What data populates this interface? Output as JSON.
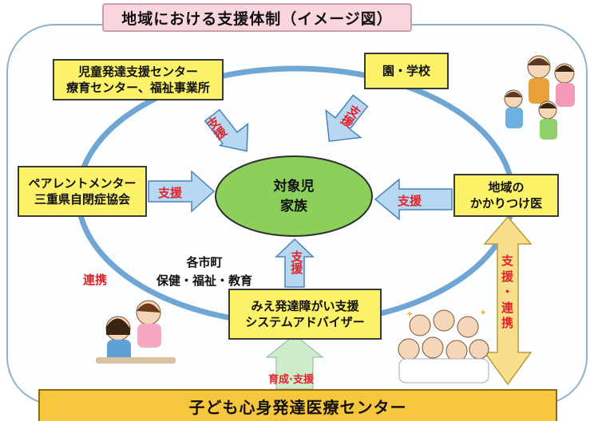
{
  "title": "地域における支援体制（イメージ図）",
  "center": {
    "line1": "対象児",
    "line2": "家族"
  },
  "boxes": {
    "child_dev": {
      "line1": "児童発達支援センター",
      "line2": "療育センター、福祉事業所"
    },
    "school": {
      "label": "園・学校"
    },
    "parent_mentor": {
      "line1": "ペアレントメンター",
      "line2": "三重県自閉症協会"
    },
    "local_doctor": {
      "line1": "地域の",
      "line2": "かかりつけ医"
    },
    "advisor": {
      "line1": "みえ発達障がい支援",
      "line2": "システムアドバイザー"
    }
  },
  "municipalities": {
    "line1": "各市町",
    "line2": "保健・福祉・教育"
  },
  "arrow_labels": {
    "support": "支援",
    "cooperation": "連携",
    "support_cooperation": [
      "支",
      "援",
      "・",
      "連",
      "携"
    ],
    "training_support": "育成·支援"
  },
  "bottom": {
    "label": "子ども心身発達医療センター"
  },
  "colors": {
    "box_fill": "#fbf26a",
    "center_fill": "#8ccf5b",
    "arrow_blue": "#b7d8f0",
    "label_red": "#e0242b",
    "bottom_fill": "#f6c63c",
    "title_fill": "#f9d5de"
  }
}
